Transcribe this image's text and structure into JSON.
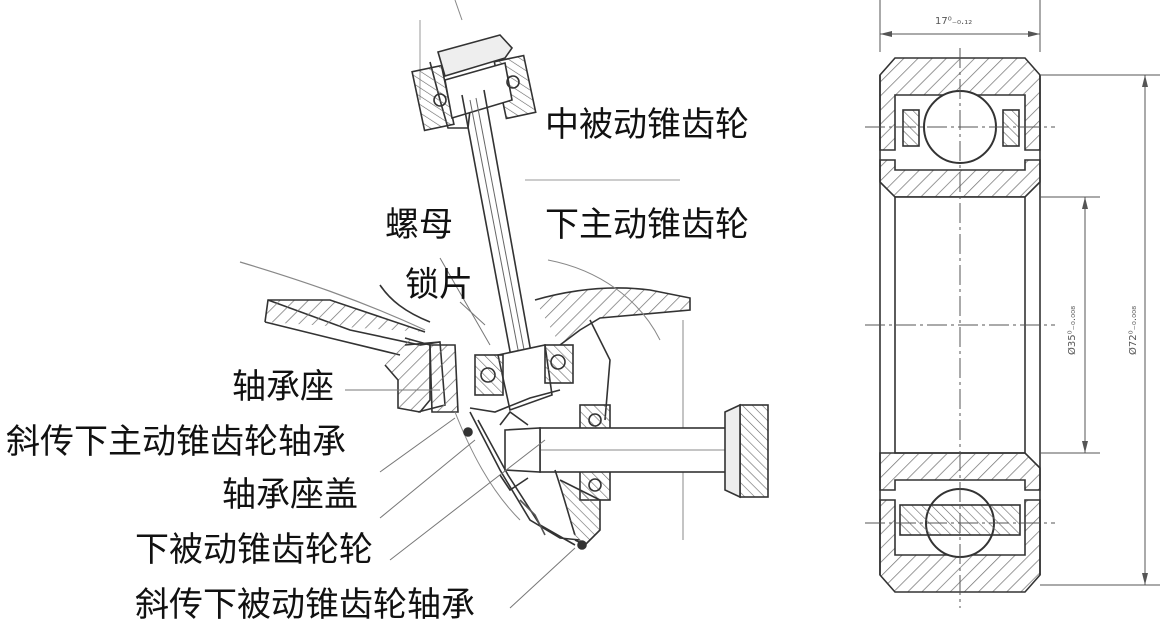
{
  "labels": {
    "middle_driven_bevel_gear": "中被动锥齿轮",
    "nut": "螺母",
    "lower_driving_bevel_gear": "下主动锥齿轮",
    "lock_plate": "锁片",
    "bearing_seat": "轴承座",
    "inclined_lower_driving_bevel_gear_bearing": "斜传下主动锥齿轮轴承",
    "bearing_seat_cover": "轴承座盖",
    "lower_driven_bevel_gear": "下被动锥齿轮轮",
    "inclined_lower_driven_bevel_gear_bearing": "斜传下被动锥齿轮轴承"
  },
  "dimensions": {
    "width": "17⁰₋₀.₁₂",
    "inner_diameter": "Ø35⁰₋₀.₀₀₈",
    "outer_diameter": "Ø72⁰₋₀.₀₀₈"
  },
  "colors": {
    "line": "#333333",
    "hatch": "#777777"
  }
}
